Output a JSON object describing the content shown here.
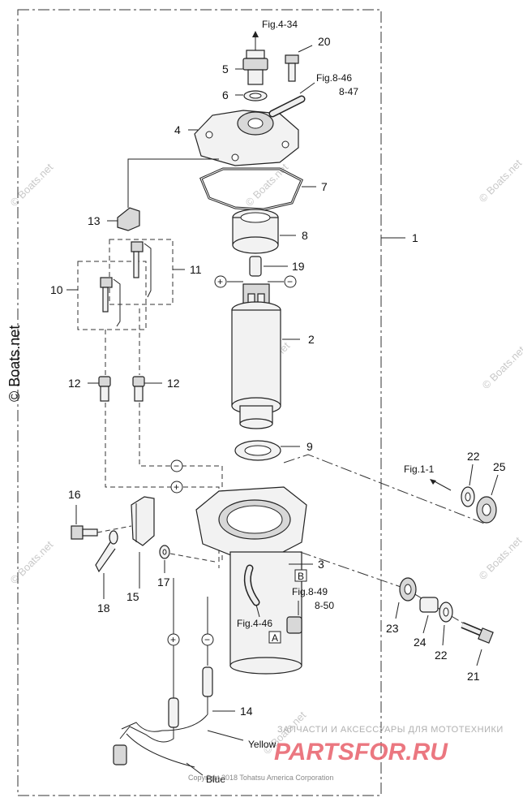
{
  "callouts": {
    "c1": "1",
    "c2": "2",
    "c3": "3",
    "c4": "4",
    "c5": "5",
    "c6": "6",
    "c7": "7",
    "c8": "8",
    "c9": "9",
    "c10": "10",
    "c11": "11",
    "c12a": "12",
    "c12b": "12",
    "c13": "13",
    "c14": "14",
    "c15": "15",
    "c16": "16",
    "c17": "17",
    "c18": "18",
    "c19": "19",
    "c20": "20",
    "c21": "21",
    "c22a": "22",
    "c22b": "22",
    "c23": "23",
    "c24": "24",
    "c25": "25"
  },
  "references": {
    "fig434": "Fig.4-34",
    "fig846": "Fig.8-46",
    "fig847": "8-47",
    "fig11": "Fig.1-1",
    "fig849": "Fig.8-49",
    "fig850": "8-50",
    "fig446": "Fig.4-46"
  },
  "boxes": {
    "a": "A",
    "b": "B"
  },
  "wires": {
    "yellow": "Yellow",
    "blue": "Blue"
  },
  "polarity": {
    "plus": "+",
    "minus": "−"
  },
  "watermarks": {
    "side": "© Boats.net",
    "faint": "© Boats.net"
  },
  "copyright": "Copyright 2018 Tohatsu America Corporation",
  "banner": {
    "tagline": "ЗАПЧАСТИ И АКСЕССУАРЫ ДЛЯ МОТОТЕХНИКИ",
    "logo": "PARTSFOR.RU"
  }
}
